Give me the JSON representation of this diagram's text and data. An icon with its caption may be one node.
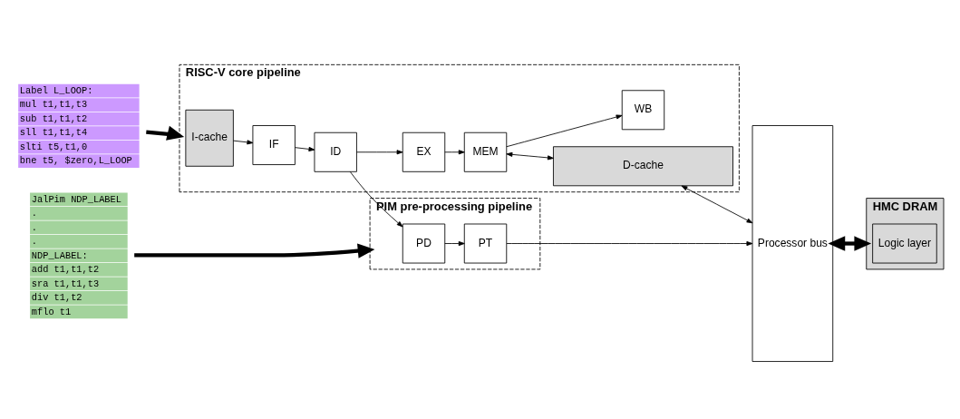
{
  "diagram": {
    "nodes": [
      {
        "text": [
          "Label L_LOOP:",
          "mul t1,t1,t3",
          "sub t1,t1,t2",
          "sll t1,t1,t4",
          "slti t5,t1,0",
          "bne t5, $zero,L_LOOP"
        ]
      },
      {
        "text": [
          "JalPim NDP_LABEL",
          ".",
          ".",
          ".",
          "NDP_LABEL:",
          "add t1,t1,t2",
          "sra t1,t1,t3",
          "div t1,t2",
          "mflo t1"
        ]
      },
      {
        "text": [
          "RISC-V core pipeline"
        ]
      },
      {
        "text": [
          "D-cache"
        ],
        "in": 2
      },
      {
        "text": [
          "I-cache"
        ],
        "in": 2
      },
      {
        "text": [
          "IF"
        ],
        "in": 2
      },
      {
        "text": [
          "ID"
        ],
        "in": 2
      },
      {
        "text": [
          "EX"
        ],
        "in": 2
      },
      {
        "text": [
          "MEM"
        ],
        "in": 2
      },
      {
        "text": [
          "WB"
        ],
        "in": 2
      },
      {
        "text": [
          "PIM pre-processing pipeline"
        ]
      },
      {
        "text": [
          "PD"
        ],
        "in": 10
      },
      {
        "text": [
          "PT"
        ],
        "in": 10
      },
      {
        "text": [
          "Processor bus"
        ]
      },
      {
        "text": [
          "HMC DRAM"
        ]
      },
      {
        "text": [
          "Logic layer"
        ],
        "in": 14
      }
    ],
    "edges": [
      {
        "from": 0,
        "to": 2,
        "arrow": "to",
        "style": "thick"
      },
      {
        "from": 1,
        "to": 10,
        "arrow": "to",
        "style": "thick"
      },
      {
        "from": 3,
        "to": 13,
        "arrow": "both"
      },
      {
        "from": 8,
        "to": 3,
        "arrow": "both"
      },
      {
        "from": 4,
        "to": 5,
        "arrow": "to"
      },
      {
        "from": 5,
        "to": 6,
        "arrow": "to"
      },
      {
        "from": 6,
        "to": 7,
        "arrow": "to"
      },
      {
        "from": 7,
        "to": 8,
        "arrow": "to"
      },
      {
        "from": 8,
        "to": 9,
        "arrow": "to"
      },
      {
        "from": 6,
        "to": 11,
        "arrow": "to"
      },
      {
        "from": 11,
        "to": 12,
        "arrow": "to"
      },
      {
        "from": 12,
        "to": 13,
        "arrow": "to"
      },
      {
        "from": 13,
        "to": 14,
        "arrow": "both",
        "style": "thick"
      }
    ]
  }
}
